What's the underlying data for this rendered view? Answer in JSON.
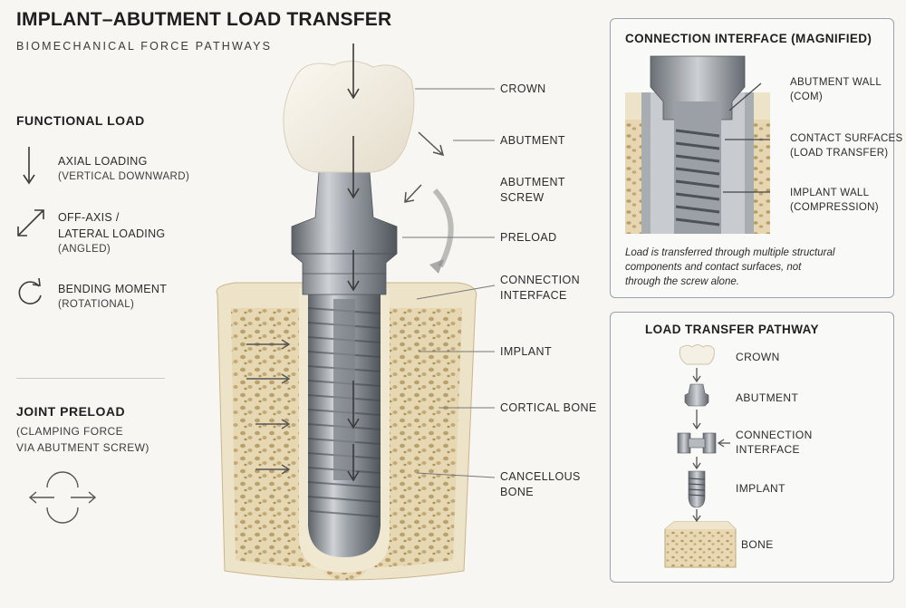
{
  "header": {
    "title": "IMPLANT–ABUTMENT LOAD TRANSFER",
    "subtitle": "BIOMECHANICAL FORCE PATHWAYS"
  },
  "legend": {
    "functional_load_title": "FUNCTIONAL LOAD",
    "items": [
      {
        "label": "AXIAL LOADING",
        "sub": "(VERTICAL DOWNWARD)",
        "icon": "arrow-down-icon"
      },
      {
        "label_line1": "OFF-AXIS /",
        "label_line2": "LATERAL LOADING",
        "sub": "(ANGLED)",
        "icon": "diagonal-double-arrow-icon"
      },
      {
        "label": "BENDING MOMENT",
        "sub": "(ROTATIONAL)",
        "icon": "rotate-arrow-icon"
      }
    ],
    "preload_title": "JOINT PRELOAD",
    "preload_line1": "(CLAMPING FORCE",
    "preload_line2": "VIA ABUTMENT SCREW)",
    "preload_icon": "clamping-arrows-icon"
  },
  "main_labels": {
    "crown": "CROWN",
    "abutment": "ABUTMENT",
    "abutment_screw_1": "ABUTMENT",
    "abutment_screw_2": "SCREW",
    "preload": "PRELOAD",
    "connection_1": "CONNECTION",
    "connection_2": "INTERFACE",
    "implant": "IMPLANT",
    "cortical": "CORTICAL BONE",
    "cancellous_1": "CANCELLOUS",
    "cancellous_2": "BONE"
  },
  "inset": {
    "title": "CONNECTION INTERFACE (MAGNIFIED)",
    "labels": [
      {
        "line1": "ABUTMENT WALL",
        "line2": "(COM)"
      },
      {
        "line1": "CONTACT SURFACES",
        "line2": "(LOAD TRANSFER)"
      },
      {
        "line1": "IMPLANT WALL",
        "line2": "(COMPRESSION)"
      }
    ],
    "note_1": "Load is transferred through multiple structural",
    "note_2": "components and contact surfaces, not",
    "note_3": "through the screw alone."
  },
  "pathway": {
    "title": "LOAD TRANSFER PATHWAY",
    "steps": [
      {
        "line1": "CROWN",
        "line2": ""
      },
      {
        "line1": "ABUTMENT",
        "line2": ""
      },
      {
        "line1": "CONNECTION",
        "line2": "INTERFACE"
      },
      {
        "line1": "IMPLANT",
        "line2": ""
      },
      {
        "line1": "BONE",
        "line2": ""
      }
    ]
  },
  "colors": {
    "metal_dark": "#5f656b",
    "metal_light": "#c9ccd0",
    "bone_cortical": "#ece2c8",
    "bone_cancellous": "#e0cfa6",
    "crown": "#f4f0e6",
    "panel_border": "#9aa3ad"
  }
}
